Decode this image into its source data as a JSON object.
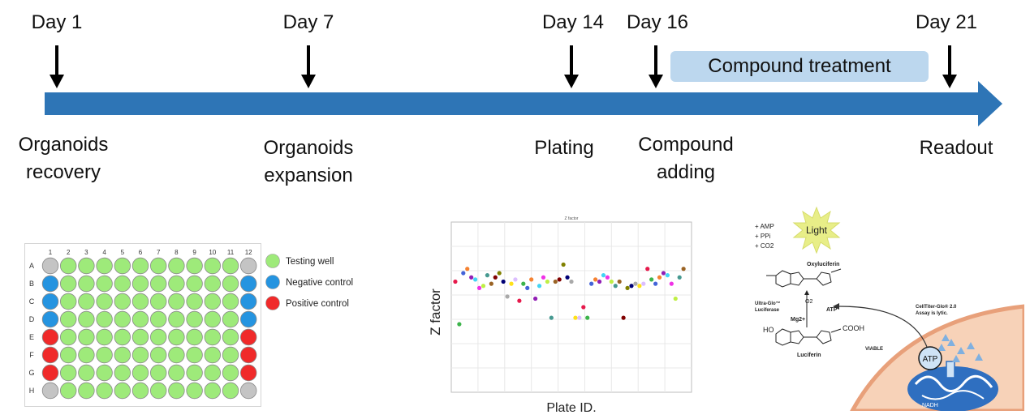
{
  "timeline": {
    "days": [
      "Day 1",
      "Day 7",
      "Day 14",
      "Day 16",
      "Day 21"
    ],
    "treatment_label": "Compound treatment",
    "stages": [
      [
        "Organoids",
        "recovery"
      ],
      [
        "Organoids",
        "expansion"
      ],
      [
        "Plating"
      ],
      [
        "Compound",
        "adding"
      ],
      [
        "Readout"
      ]
    ],
    "colors": {
      "arrow": "#2e75b6",
      "treatment_box": "#bcd7ee"
    }
  },
  "plate": {
    "columns": [
      "1",
      "2",
      "3",
      "4",
      "5",
      "6",
      "7",
      "8",
      "9",
      "10",
      "11",
      "12"
    ],
    "rows": [
      "A",
      "B",
      "C",
      "D",
      "E",
      "F",
      "G",
      "H"
    ],
    "legend": [
      {
        "label": "Testing well",
        "color": "#9eea7a"
      },
      {
        "label": "Negative control",
        "color": "#2594e0"
      },
      {
        "label": "Positive control",
        "color": "#f02a2a"
      }
    ],
    "corner_color": "#c4c4c4"
  },
  "zplot": {
    "title": "Z factor",
    "ylabel": "Z factor",
    "xlabel": "Plate ID."
  },
  "chart_data": {
    "type": "scatter",
    "title": "Z factor",
    "xlabel": "Plate ID.",
    "ylabel": "Z factor",
    "grid": true,
    "points": [
      [
        1,
        0.72
      ],
      [
        2,
        0.52
      ],
      [
        3,
        0.76
      ],
      [
        4,
        0.78
      ],
      [
        5,
        0.74
      ],
      [
        6,
        0.73
      ],
      [
        7,
        0.69
      ],
      [
        8,
        0.7
      ],
      [
        9,
        0.75
      ],
      [
        10,
        0.71
      ],
      [
        11,
        0.74
      ],
      [
        12,
        0.76
      ],
      [
        13,
        0.72
      ],
      [
        14,
        0.65
      ],
      [
        15,
        0.71
      ],
      [
        16,
        0.73
      ],
      [
        17,
        0.63
      ],
      [
        18,
        0.71
      ],
      [
        19,
        0.69
      ],
      [
        20,
        0.73
      ],
      [
        21,
        0.64
      ],
      [
        22,
        0.7
      ],
      [
        23,
        0.74
      ],
      [
        24,
        0.72
      ],
      [
        25,
        0.55
      ],
      [
        26,
        0.72
      ],
      [
        27,
        0.73
      ],
      [
        28,
        0.8
      ],
      [
        29,
        0.74
      ],
      [
        30,
        0.72
      ],
      [
        31,
        0.55
      ],
      [
        32,
        0.55
      ],
      [
        33,
        0.6
      ],
      [
        34,
        0.55
      ],
      [
        35,
        0.71
      ],
      [
        36,
        0.73
      ],
      [
        37,
        0.72
      ],
      [
        38,
        0.75
      ],
      [
        39,
        0.74
      ],
      [
        40,
        0.72
      ],
      [
        41,
        0.7
      ],
      [
        42,
        0.72
      ],
      [
        43,
        0.55
      ],
      [
        44,
        0.69
      ],
      [
        45,
        0.7
      ],
      [
        46,
        0.71
      ],
      [
        47,
        0.7
      ],
      [
        48,
        0.71
      ],
      [
        49,
        0.78
      ],
      [
        50,
        0.73
      ],
      [
        51,
        0.71
      ],
      [
        52,
        0.74
      ],
      [
        53,
        0.76
      ],
      [
        54,
        0.75
      ],
      [
        55,
        0.71
      ],
      [
        56,
        0.64
      ],
      [
        57,
        0.74
      ],
      [
        58,
        0.78
      ]
    ]
  },
  "assay": {
    "light_label": "Light",
    "byproducts": [
      "+ AMP",
      "+ PPi",
      "+ CO2"
    ],
    "oxyluciferin_label": "Oxyluciferin",
    "enzyme_label": [
      "Ultra-Glo™",
      "Luciferase"
    ],
    "o2_label": "O2",
    "mg_label": "Mg2+",
    "atp_label": "ATP",
    "luciferin_label": "Luciferin",
    "celltiter_label": [
      "CellTiter-Glo® 2.0",
      "Assay is lytic."
    ],
    "viable_label": "VIABLE",
    "atp_badge": "ATP",
    "nadh_label": "NADH",
    "ho_label": "HO",
    "cooh_label": "COOH",
    "colors": {
      "light": "#e8ee88",
      "cell": "#f7d2b8",
      "membrane": "#e8a07a",
      "mito": "#2f6fc0"
    }
  }
}
